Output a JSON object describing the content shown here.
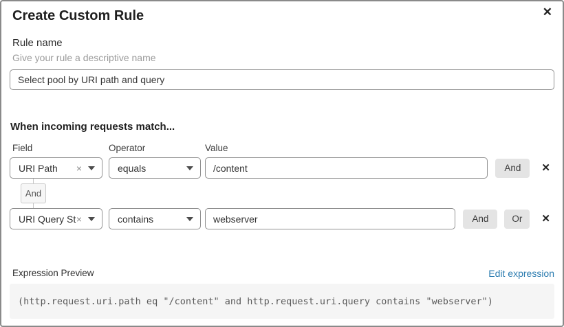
{
  "dialog": {
    "title": "Create Custom Rule"
  },
  "icons": {
    "close": "✕",
    "remove": "✕",
    "clear": "×"
  },
  "rule_name": {
    "label": "Rule name",
    "helper": "Give your rule a descriptive name",
    "value": "Select pool by URI path and query"
  },
  "match": {
    "heading": "When incoming requests match...",
    "columns": {
      "field": "Field",
      "operator": "Operator",
      "value": "Value"
    },
    "connector_label": "And",
    "conditions": [
      {
        "field": "URI Path",
        "operator": "equals",
        "value": "/content",
        "and_label": "And"
      },
      {
        "field": "URI Query St...",
        "operator": "contains",
        "value": "webserver",
        "and_label": "And",
        "or_label": "Or"
      }
    ]
  },
  "expression": {
    "label": "Expression Preview",
    "edit_link": "Edit expression",
    "preview": "(http.request.uri.path eq \"/content\" and http.request.uri.query contains \"webserver\")"
  },
  "colors": {
    "link": "#2c7cb0",
    "button_bg": "#e4e4e4",
    "code_bg": "#f5f5f5",
    "border": "#8f8f8f"
  }
}
